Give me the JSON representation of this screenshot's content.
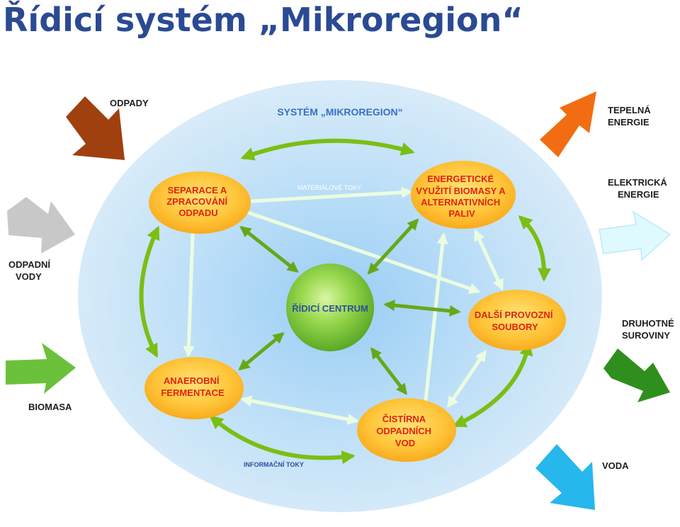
{
  "title": "Řídicí systém „Mikroregion“",
  "diagram": {
    "system_label": "SYSTÉM „MIKROREGION“",
    "material_flows_label": "MATERIÁLOVÉ TOKY",
    "information_flows_label": "INFORMAČNÍ TOKY",
    "center": "ŘÍDICÍ CENTRUM",
    "nodes": {
      "separace": [
        "SEPARACE A",
        "ZPRACOVÁNÍ",
        "ODPADU"
      ],
      "energeticke": [
        "ENERGETICKÉ",
        "VYUŽITÍ BIOMASY A",
        "ALTERNATIVNÍCH",
        "PALIV"
      ],
      "dalsi": [
        "DALŠÍ PROVOZNÍ",
        "SOUBORY"
      ],
      "anaerobni": [
        "ANAEROBNÍ",
        "FERMENTACE"
      ],
      "cistirna": [
        "ČISTÍRNA",
        "ODPADNÍCH",
        "VOD"
      ]
    },
    "inputs": {
      "odpady": [
        "ODPADY"
      ],
      "odpadni_vody": [
        "ODPADNÍ",
        "VODY"
      ],
      "biomasa": [
        "BIOMASA"
      ]
    },
    "outputs": {
      "tepelna": [
        "TEPELNÁ",
        "ENERGIE"
      ],
      "elektricka": [
        "ELEKTRICKÁ",
        "ENERGIE"
      ],
      "druhotne": [
        "DRUHOTNÉ",
        "SUROVINY"
      ],
      "voda": [
        "VODA"
      ]
    },
    "colors": {
      "odpady": "#a0400e",
      "odpadni_vody": "#c8c8c8",
      "biomasa": "#6cc13b",
      "tepelna": "#f26d12",
      "elektricka": "#dffaff",
      "druhotne": "#2f8f1e",
      "voda": "#26b7ec",
      "cycle_arrows": "#7bbe14",
      "node_fill": "#ffb32a",
      "center_fill": "#79c83a",
      "title": "#2a4a93"
    }
  }
}
